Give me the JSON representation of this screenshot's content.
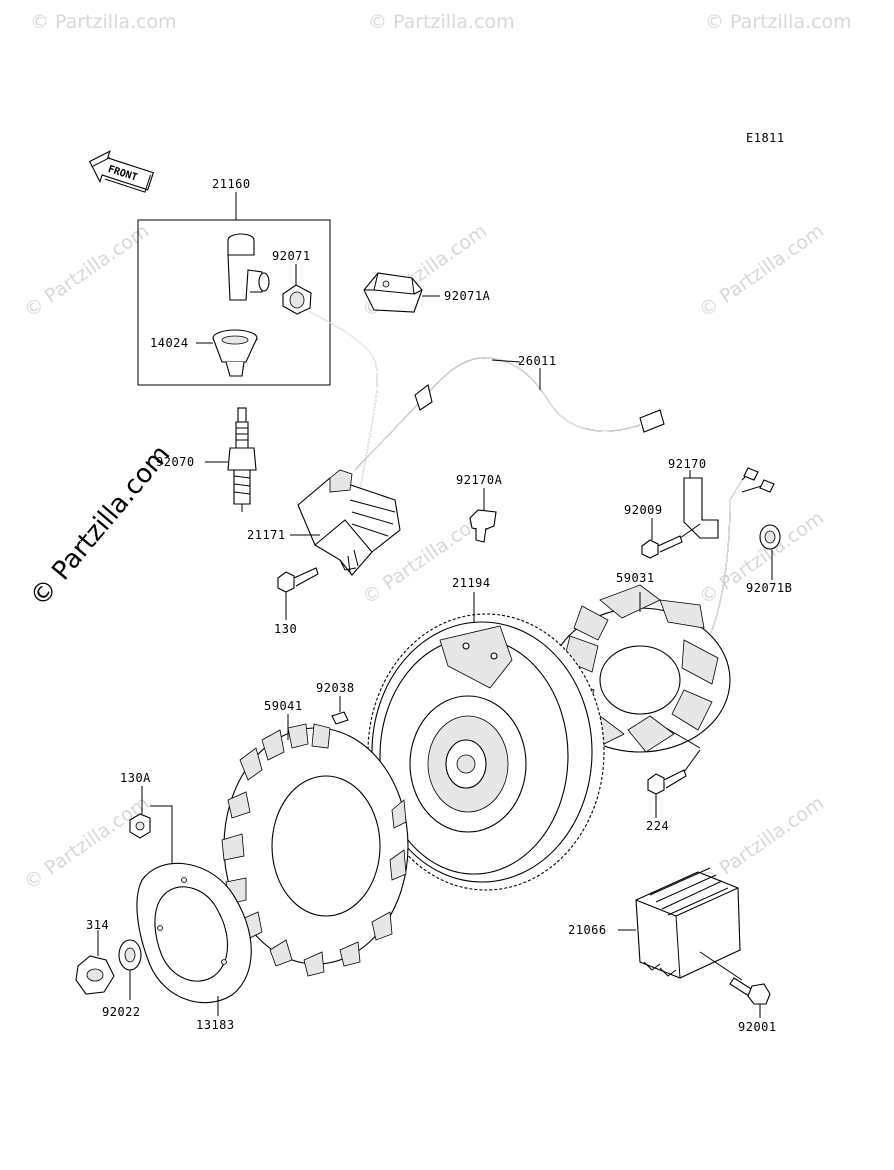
{
  "diagram_code": "E1811",
  "front_label": "FRONT",
  "watermark": "© Partzilla.com",
  "callouts": {
    "p21160": "21160",
    "p92071": "92071",
    "p92071A": "92071A",
    "p14024": "14024",
    "p26011": "26011",
    "p92070": "92070",
    "p92170A": "92170A",
    "p92170": "92170",
    "p92009": "92009",
    "p21171": "21171",
    "p92071B": "92071B",
    "p21194": "21194",
    "p59031": "59031",
    "p130": "130",
    "p92038": "92038",
    "p59041": "59041",
    "p130A": "130A",
    "p224": "224",
    "p21066": "21066",
    "p314": "314",
    "p92022": "92022",
    "p13183": "13183",
    "p92001": "92001"
  }
}
